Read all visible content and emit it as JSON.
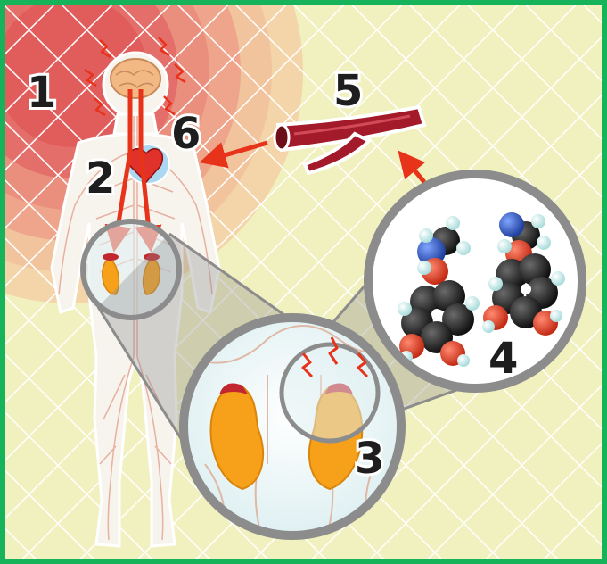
{
  "labels": {
    "n1": "1",
    "n2": "2",
    "n3": "3",
    "n4": "4",
    "n5": "5",
    "n6": "6"
  },
  "colors": {
    "background": "#f1f0bf",
    "border": "#17b35a",
    "body_outline": "#ffffff",
    "nerve": "#e8b0a0",
    "arrow": "#e8331b",
    "kidney": "#f7a11b",
    "adrenal": "#c2262e",
    "heart": "#e0312b",
    "blood_vessel": "#a31b2b",
    "lens_ring": "#8c8c8c",
    "atom_carbon": "#222222",
    "atom_oxygen": "#e0402a",
    "atom_nitrogen": "#2a59c9",
    "atom_hydrogen": "#d8f1f0"
  },
  "icons": [
    "brain-icon",
    "heart-icon",
    "kidney-icon",
    "blood-vessel-icon",
    "molecule-icon",
    "nerve-signal-icon"
  ]
}
